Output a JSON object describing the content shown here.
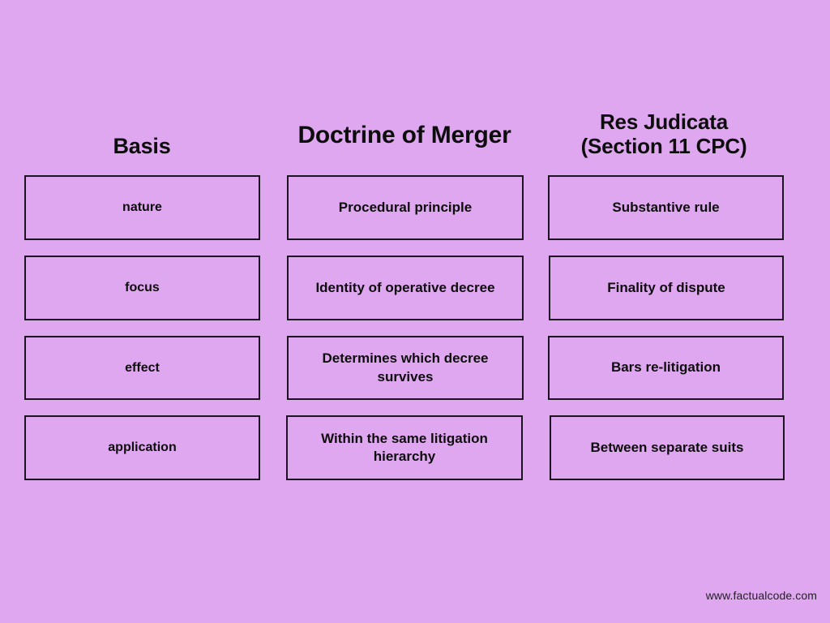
{
  "page": {
    "background_color": "#dfa7ef",
    "text_color": "#0d0d0d",
    "border_color": "#1b1320"
  },
  "columns": [
    {
      "header": "Basis",
      "cells": [
        "nature",
        "focus",
        "effect",
        "application"
      ]
    },
    {
      "header": "Doctrine of Merger",
      "cells": [
        "Procedural principle",
        "Identity of operative decree",
        "Determines which decree survives",
        "Within the same litigation hierarchy"
      ]
    },
    {
      "header": "Res Judicata (Section 11 CPC)",
      "header_line1": "Res Judicata",
      "header_line2": "(Section 11 CPC)",
      "cells": [
        "Substantive rule",
        "Finality of dispute",
        "Bars re-litigation",
        "Between separate suits"
      ]
    }
  ],
  "footer": {
    "watermark": "www.factualcode.com"
  }
}
